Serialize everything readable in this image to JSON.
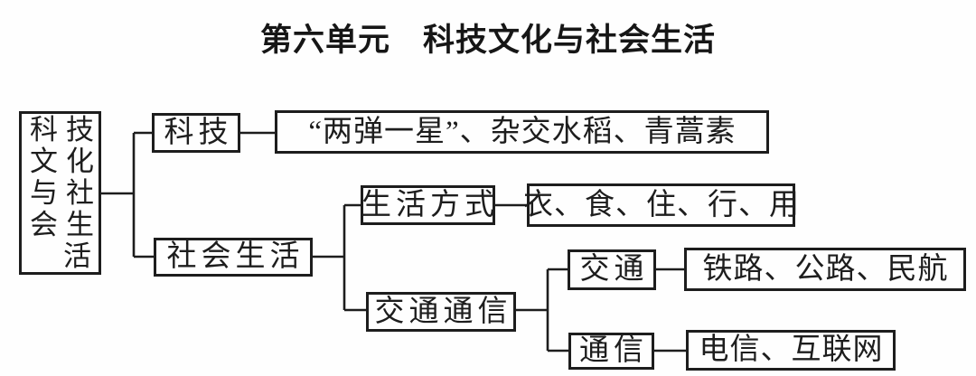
{
  "title": "第六单元　科技文化与社会生活",
  "colors": {
    "ink": "#1d1d1d",
    "background": "#fefefe"
  },
  "diagram": {
    "root": {
      "label": "科技文化与社会生活",
      "rows": [
        "科技",
        "文化",
        "与社",
        "会生",
        "活"
      ]
    },
    "branches": {
      "keji": {
        "label": "科技",
        "items": "“两弹一星”、杂交水稻、青蒿素"
      },
      "shehui_shenghuo": {
        "label": "社会生活",
        "children": {
          "shenghuo_fangshi": {
            "label": "生活方式",
            "items": "衣、食、住、行、用"
          },
          "jiaotong_tongxin": {
            "label": "交通通信",
            "children": {
              "jiaotong": {
                "label": "交通",
                "items": "铁路、公路、民航"
              },
              "tongxin": {
                "label": "通信",
                "items": "电信、互联网"
              }
            }
          }
        }
      }
    }
  }
}
